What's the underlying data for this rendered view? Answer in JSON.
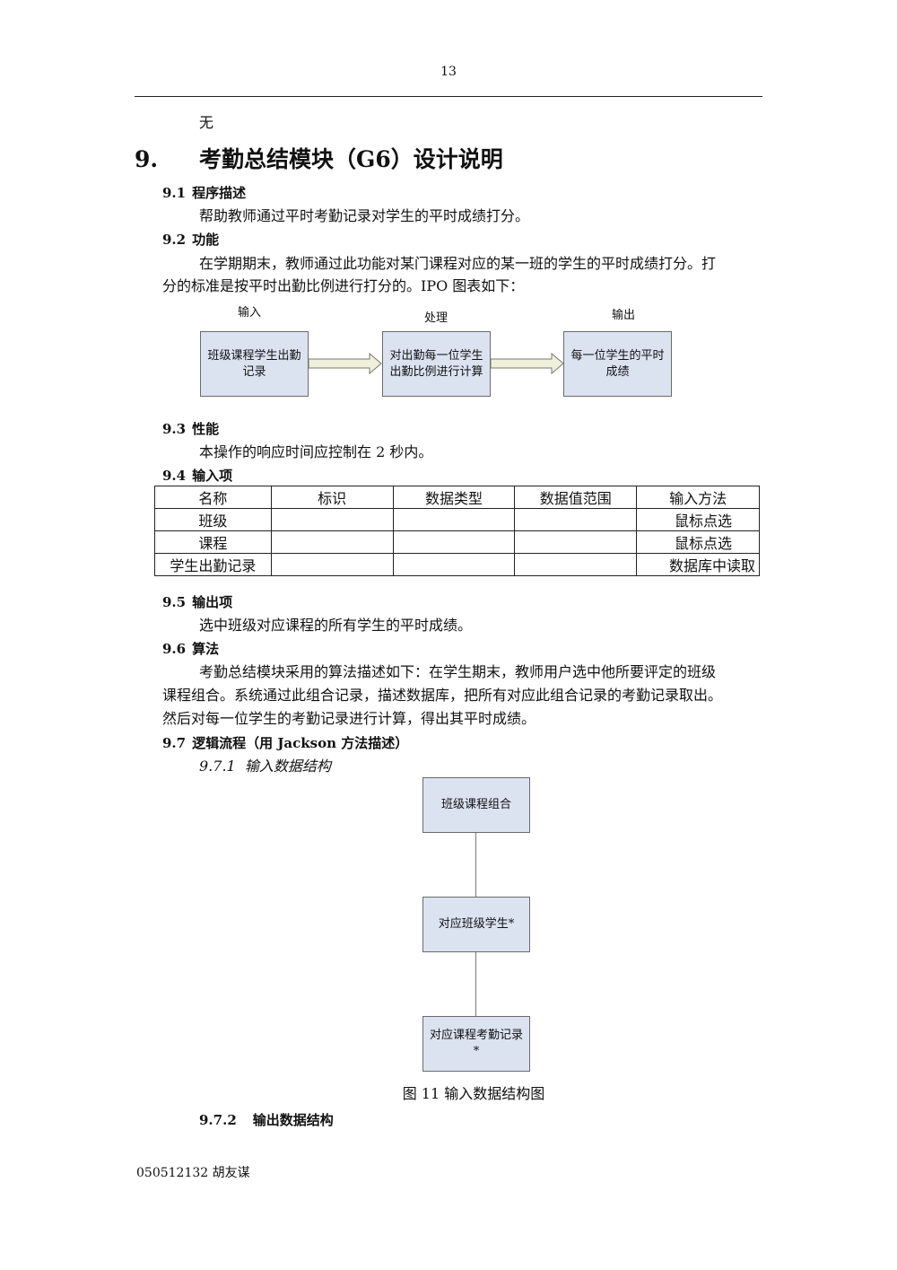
{
  "header": {
    "page_number": "13"
  },
  "intro_text": "无",
  "section9": {
    "number": "9.",
    "title": "考勤总结模块（G6）设计说明"
  },
  "s91": {
    "number": "9.1",
    "title": "程序描述",
    "text": "帮助教师通过平时考勤记录对学生的平时成绩打分。"
  },
  "s92": {
    "number": "9.2",
    "title": "功能",
    "line1": "在学期期末，教师通过此功能对某门课程对应的某一班的学生的平时成绩打分。打",
    "line2": "分的标准是按平时出勤比例进行打分的。IPO 图表如下："
  },
  "ipo": {
    "input_label": "输入",
    "process_label": "处理",
    "output_label": "输出",
    "input_box": "班级课程学生出勤记录",
    "process_box": "对出勤每一位学生出勤比例进行计算",
    "output_box": "每一位学生的平时成绩"
  },
  "s93": {
    "number": "9.3",
    "title": "性能",
    "text": "本操作的响应时间应控制在 2 秒内。"
  },
  "s94": {
    "number": "9.4",
    "title": "输入项",
    "table": {
      "headers": [
        "名称",
        "标识",
        "数据类型",
        "数据值范围",
        "输入方法"
      ],
      "rows": [
        [
          "班级",
          "",
          "",
          "",
          "鼠标点选"
        ],
        [
          "课程",
          "",
          "",
          "",
          "鼠标点选"
        ],
        [
          "学生出勤记录",
          "",
          "",
          "",
          "数据库中读取"
        ]
      ]
    }
  },
  "s95": {
    "number": "9.5",
    "title": "输出项",
    "text": "选中班级对应课程的所有学生的平时成绩。"
  },
  "s96": {
    "number": "9.6",
    "title": "算法",
    "line1": "考勤总结模块采用的算法描述如下：在学生期末，教师用户选中他所要评定的班级",
    "line2": "课程组合。系统通过此组合记录，描述数据库，把所有对应此组合记录的考勤记录取出。",
    "line3": "然后对每一位学生的考勤记录进行计算，得出其平时成绩。"
  },
  "s97": {
    "number": "9.7",
    "title": "逻辑流程（用 Jackson 方法描述）",
    "sub1_number": "9.7.1",
    "sub1_title": "输入数据结构",
    "jackson": {
      "box1": "班级课程组合",
      "box2": "对应班级学生*",
      "box3": "对应课程考勤记录*"
    },
    "figure_caption": "图 11  输入数据结构图",
    "sub2_number": "9.7.2",
    "sub2_title": "输出数据结构"
  },
  "footer": {
    "author": "050512132  胡友谋"
  },
  "colors": {
    "box_fill": "#dbe3f1",
    "arrow_fill": "#eef0dc"
  }
}
